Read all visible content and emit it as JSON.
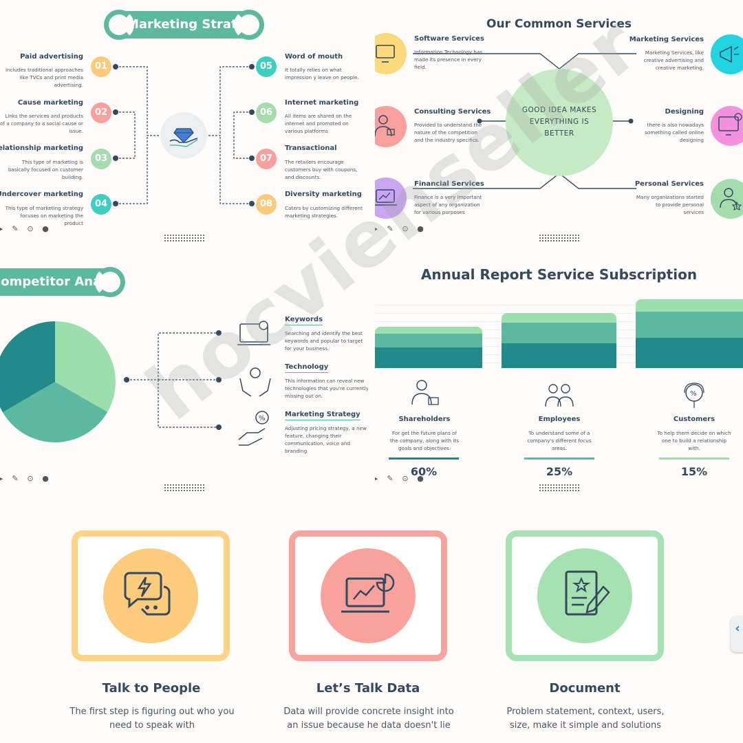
{
  "marketing": {
    "title": "Marketing Strategies",
    "left": [
      {
        "num": "01",
        "title": "Paid advertising",
        "body": "includes traditional approaches like TVCs and print media advertising."
      },
      {
        "num": "02",
        "title": "Cause marketing",
        "body": "Links the services and products of a company to a social cause or issue."
      },
      {
        "num": "03",
        "title": "Relationship marketing",
        "body": "This type of marketing is basically focused on customer building."
      },
      {
        "num": "04",
        "title": "Undercover marketing",
        "body": "This type of marketing strategy focuses on marketing the product"
      }
    ],
    "right": [
      {
        "num": "05",
        "title": "Word of mouth",
        "body": "It totally relies on what impression y leave on people."
      },
      {
        "num": "06",
        "title": "Internet marketing",
        "body": "All items are shared on the internet and promoted on various platforms"
      },
      {
        "num": "07",
        "title": "Transactional",
        "body": "The retailers encourage customers buy with coupons, and discounts."
      },
      {
        "num": "08",
        "title": "Diversity marketing",
        "body": "Caters by customizing different marketing strategies."
      }
    ],
    "colors": {
      "01": "#fcc97d",
      "02": "#f8a19c",
      "03": "#a4dcae",
      "04": "#3ecfc0",
      "05": "#3ecfc0",
      "06": "#a4dcae",
      "07": "#f8a19c",
      "08": "#fcc97d"
    },
    "center_icon": "diamond-hand-icon"
  },
  "services": {
    "title": "Our Common Services",
    "center_text": "GOOD IDEA MAKES EVERYTHING IS BETTER",
    "left": [
      {
        "title": "Software Services",
        "body": "Information Technology has made its presence in every field.",
        "icon": "computer-icon",
        "color": "#fcd97a"
      },
      {
        "title": "Consulting Services",
        "body": "Provided to understand the nature of the competition and the industry specifics.",
        "icon": "consultant-icon",
        "color": "#f8a19c"
      },
      {
        "title": "Financial Services",
        "body": "Finance is a very important aspect of any organization for various purposes",
        "icon": "finance-laptop-icon",
        "color": "#c8a6f4"
      }
    ],
    "right": [
      {
        "title": "Marketing Services",
        "body": "Marketing Services, like creative advertising and creative marketing.",
        "icon": "megaphone-icon",
        "color": "#24d3e0"
      },
      {
        "title": "Designing",
        "body": "there is also nowadays something called online designing",
        "icon": "design-monitor-icon",
        "color": "#f592e0"
      },
      {
        "title": "Personal Services",
        "body": "Many organizations started to provide personal services",
        "icon": "person-star-icon",
        "color": "#a4dcae"
      }
    ]
  },
  "competitor": {
    "title": "Competitor Analysis",
    "items": [
      {
        "title": "Keywords",
        "body": "Searching and identify the best keywords and popular to target for your business.",
        "icon": "laptop-gear-icon"
      },
      {
        "title": "Technology",
        "body": "This information can reveal new technologies that you're currently missing out on.",
        "icon": "hands-gear-icon"
      },
      {
        "title": "Marketing Strategy",
        "body": "Adjusting pricing strategy, a new feature, changing their communication, voice and branding",
        "icon": "hand-percent-icon"
      }
    ],
    "pie": [
      {
        "value": 33.3,
        "color": "#9ddfac"
      },
      {
        "value": 33.3,
        "color": "#5cb9a0"
      },
      {
        "value": 33.4,
        "color": "#238a8a"
      }
    ]
  },
  "annual": {
    "title": "Annual Report Service Subscription",
    "segments": [
      {
        "title": "Shareholders",
        "body": "For get the future plans of the company, along with its goals and objectives.",
        "percent": "60%",
        "icon": "shareholder-icon",
        "bar_color": "#238a8a"
      },
      {
        "title": "Employees",
        "body": "To understand some of a company's different focus areas.",
        "percent": "25%",
        "icon": "employees-icon",
        "bar_color": "#5cb9a0"
      },
      {
        "title": "Customers",
        "body": "To help them decide on which one to build a relationship with.",
        "percent": "15%",
        "icon": "customer-support-icon",
        "bar_color": "#9ddfac"
      }
    ]
  },
  "cards": [
    {
      "title": "Talk to People",
      "body": "The first step is figuring out who you need to speak with",
      "icon": "chat-bolt-icon",
      "border": "#fdd386",
      "fill": "#fdcb7c"
    },
    {
      "title": "Let’s Talk Data",
      "body": "Data will provide concrete insight into an issue because he data doesn't lie",
      "icon": "data-laptop-icon",
      "border": "#f9a39e",
      "fill": "#f9a29c"
    },
    {
      "title": "Document",
      "body": "Problem statement, context, users, size, make it simple and solutions",
      "icon": "document-pen-icon",
      "border": "#a7e2b4",
      "fill": "#a6e1b2"
    }
  ],
  "watermark": "hocvienseller",
  "side_tab_glyph": "‹"
}
